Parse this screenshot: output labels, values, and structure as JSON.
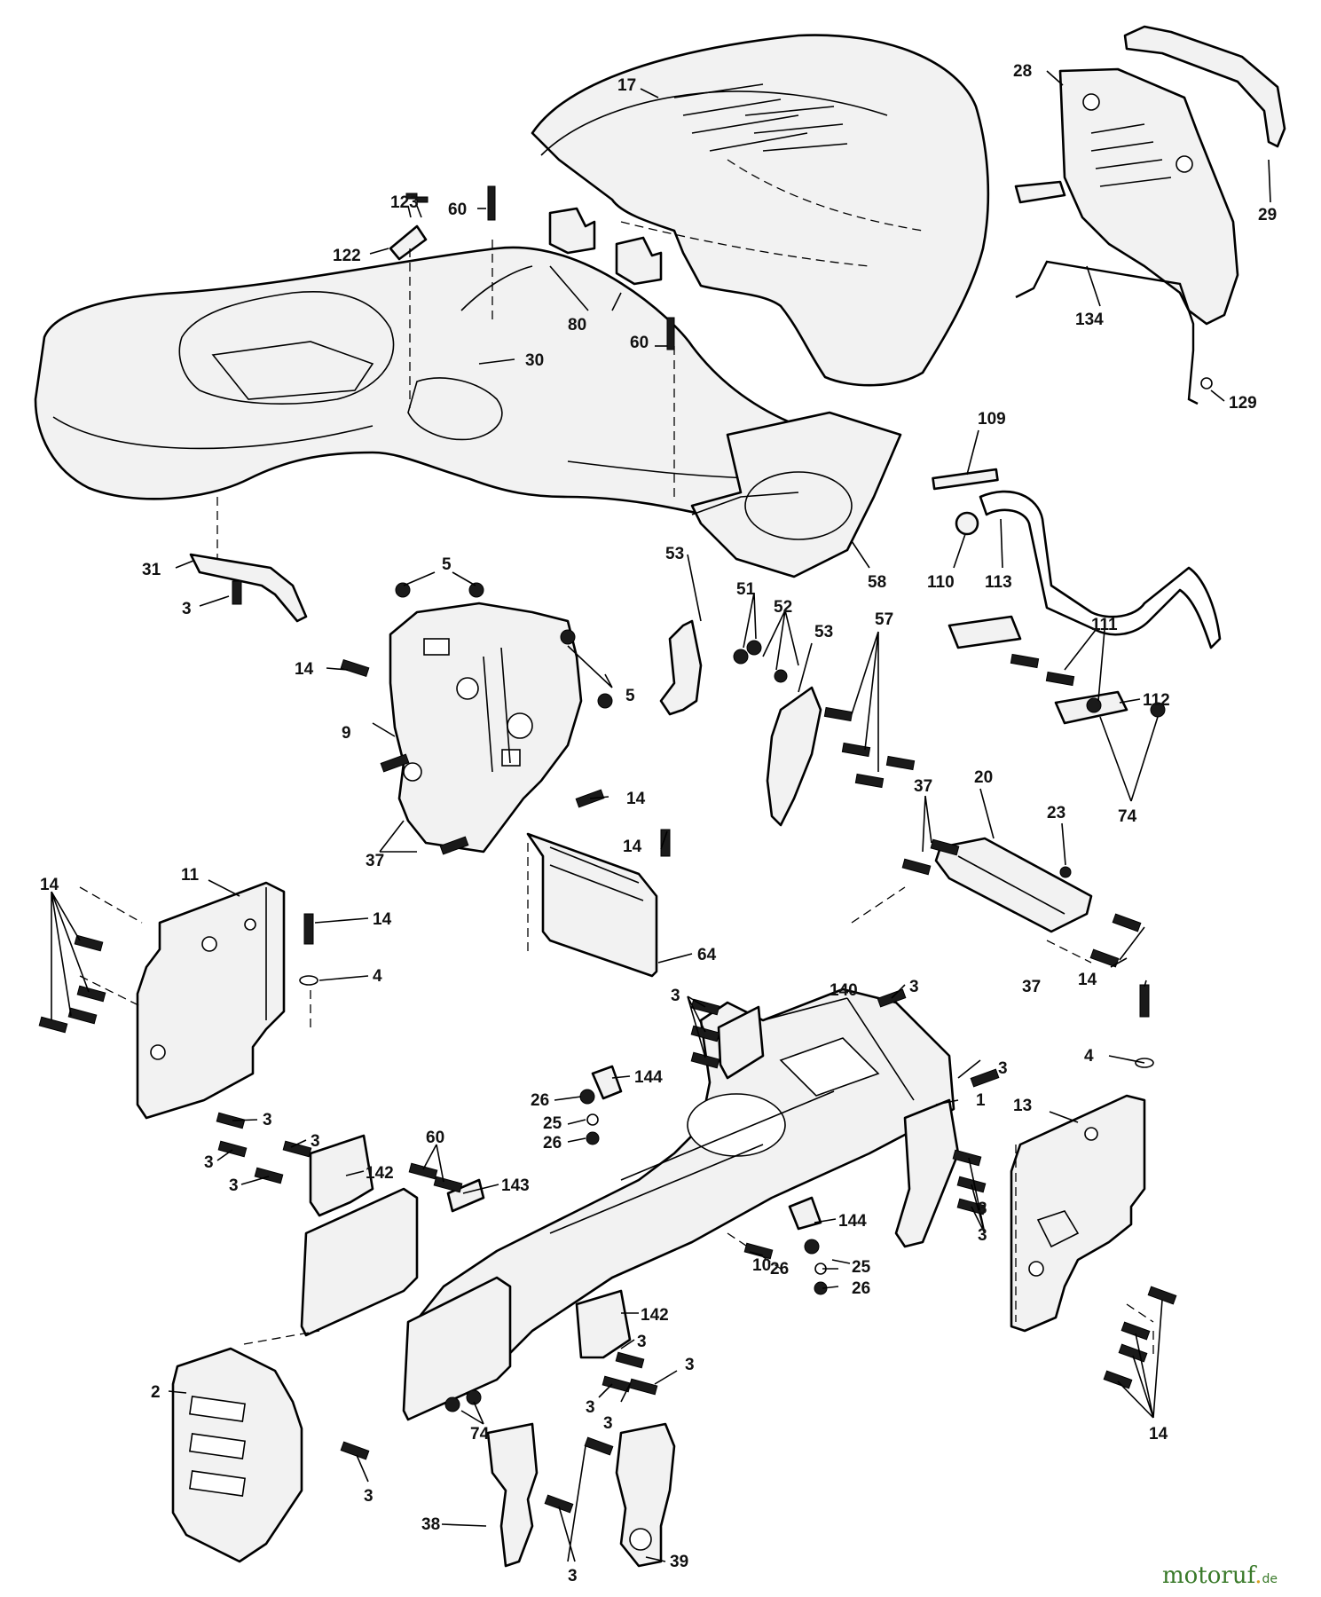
{
  "callouts": [
    {
      "text": "17"
    },
    {
      "text": "28"
    },
    {
      "text": "29"
    },
    {
      "text": "123"
    },
    {
      "text": "60"
    },
    {
      "text": "122"
    },
    {
      "text": "80"
    },
    {
      "text": "60"
    },
    {
      "text": "30"
    },
    {
      "text": "134"
    },
    {
      "text": "129"
    },
    {
      "text": "109"
    },
    {
      "text": "31"
    },
    {
      "text": "3"
    },
    {
      "text": "5"
    },
    {
      "text": "53"
    },
    {
      "text": "51"
    },
    {
      "text": "52"
    },
    {
      "text": "53"
    },
    {
      "text": "57"
    },
    {
      "text": "58"
    },
    {
      "text": "110"
    },
    {
      "text": "113"
    },
    {
      "text": "111"
    },
    {
      "text": "14"
    },
    {
      "text": "5"
    },
    {
      "text": "9"
    },
    {
      "text": "112"
    },
    {
      "text": "74"
    },
    {
      "text": "37"
    },
    {
      "text": "20"
    },
    {
      "text": "23"
    },
    {
      "text": "14"
    },
    {
      "text": "14"
    },
    {
      "text": "37"
    },
    {
      "text": "11"
    },
    {
      "text": "14"
    },
    {
      "text": "14"
    },
    {
      "text": "4"
    },
    {
      "text": "64"
    },
    {
      "text": "37"
    },
    {
      "text": "3"
    },
    {
      "text": "140"
    },
    {
      "text": "3"
    },
    {
      "text": "14"
    },
    {
      "text": "4"
    },
    {
      "text": "3"
    },
    {
      "text": "1"
    },
    {
      "text": "13"
    },
    {
      "text": "26"
    },
    {
      "text": "144"
    },
    {
      "text": "25"
    },
    {
      "text": "26"
    },
    {
      "text": "3"
    },
    {
      "text": "3"
    },
    {
      "text": "60"
    },
    {
      "text": "3"
    },
    {
      "text": "142"
    },
    {
      "text": "3"
    },
    {
      "text": "143"
    },
    {
      "text": "3"
    },
    {
      "text": "3"
    },
    {
      "text": "144"
    },
    {
      "text": "10"
    },
    {
      "text": "26"
    },
    {
      "text": "25"
    },
    {
      "text": "26"
    },
    {
      "text": "142"
    },
    {
      "text": "3"
    },
    {
      "text": "3"
    },
    {
      "text": "2"
    },
    {
      "text": "74"
    },
    {
      "text": "3"
    },
    {
      "text": "3"
    },
    {
      "text": "14"
    },
    {
      "text": "3"
    },
    {
      "text": "38"
    },
    {
      "text": "39"
    },
    {
      "text": "3"
    }
  ],
  "watermark": {
    "brand": "motoruf",
    "dot": ".",
    "tld": "de"
  }
}
